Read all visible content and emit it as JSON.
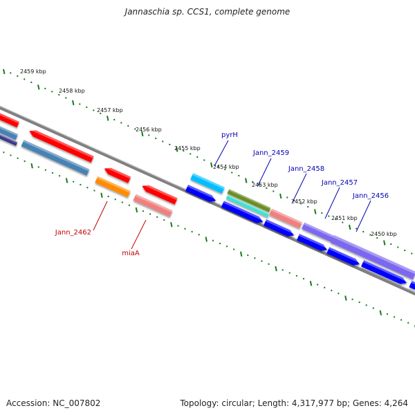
{
  "title": "Jannaschia sp. CCS1, complete genome",
  "footer": {
    "accession": "Accession: NC_007802",
    "topology": "Topology: circular; Length: 4,317,977 bp; Genes: 4,264"
  },
  "kbp_ticks": [
    {
      "label": "2459 kbp"
    },
    {
      "label": "2458 kbp"
    },
    {
      "label": "2457 kbp"
    },
    {
      "label": "2456 kbp"
    },
    {
      "label": "2455 kbp"
    },
    {
      "label": "2454 kbp"
    },
    {
      "label": "2453 kbp"
    },
    {
      "label": "2452 kbp"
    },
    {
      "label": "2451 kbp"
    },
    {
      "label": "2450 kbp"
    }
  ],
  "gene_labels": [
    {
      "text": "pyrH",
      "color": "#0000b0"
    },
    {
      "text": "Jann_2459",
      "color": "#0000b0"
    },
    {
      "text": "Jann_2458",
      "color": "#0000b0"
    },
    {
      "text": "Jann_2457",
      "color": "#0000b0"
    },
    {
      "text": "Jann_2456",
      "color": "#0000b0"
    },
    {
      "text": "Jann_2462",
      "color": "#c00000"
    },
    {
      "text": "miaA",
      "color": "#c00000"
    }
  ],
  "colors": {
    "backbone": "#808080",
    "tick": "#1a7a1a",
    "gene_red": "#ff0000",
    "gene_steelblue": "#4682b4",
    "gene_navy": "#3a3a8c",
    "gene_orange": "#ff8c00",
    "gene_salmon": "#f08080",
    "gene_skyblue": "#00bfff",
    "gene_olive": "#6b8e23",
    "gene_turquoise": "#40e0d0",
    "gene_blue": "#0000ff",
    "gene_purple": "#7b68ee"
  }
}
